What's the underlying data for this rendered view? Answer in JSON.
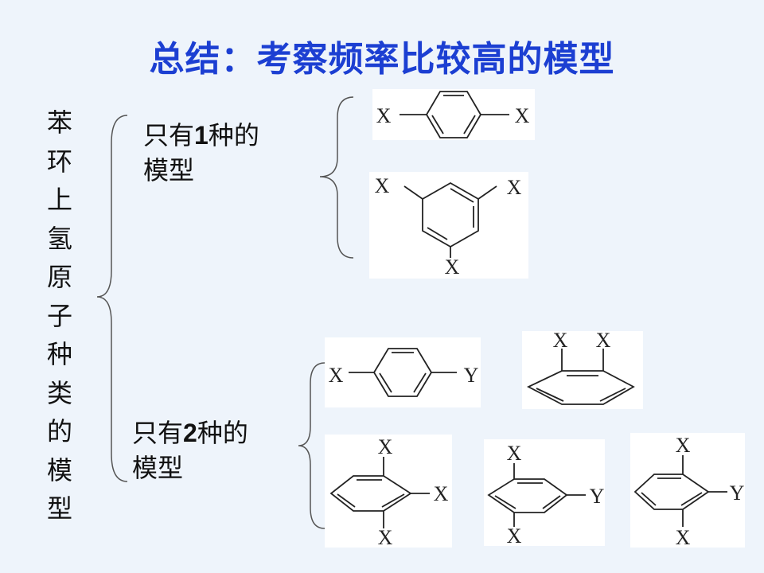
{
  "title": "总结：考察频率比较高的模型",
  "side_label": [
    "苯",
    "环",
    "上",
    "氢",
    "原",
    "子",
    "种",
    "类",
    "的",
    "模",
    "型"
  ],
  "group1": {
    "line1_pre": "只有",
    "line1_num": "1",
    "line1_post": "种的",
    "line2": "模型"
  },
  "group2": {
    "line1_pre": "只有",
    "line1_num": "2",
    "line1_post": "种的",
    "line2": "模型"
  },
  "molecules": [
    {
      "labels": [
        "X",
        "X"
      ]
    },
    {
      "labels": [
        "X",
        "X",
        "X"
      ]
    },
    {
      "labels": [
        "X",
        "Y"
      ]
    },
    {
      "labels": [
        "X",
        "X"
      ]
    },
    {
      "labels": [
        "X",
        "X",
        "X"
      ]
    },
    {
      "labels": [
        "X",
        "Y",
        "X"
      ]
    },
    {
      "labels": [
        "X",
        "Y",
        "X"
      ]
    }
  ]
}
